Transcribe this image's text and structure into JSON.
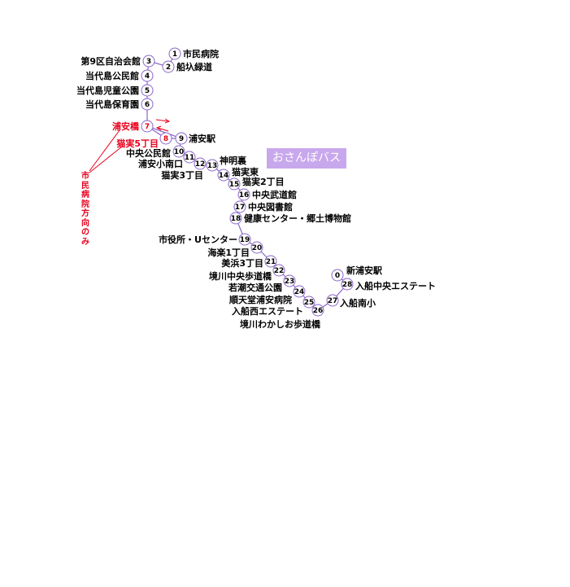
{
  "badge": "おさんぽバス",
  "note": "市民病院方向のみ",
  "colors": {
    "route": "#8a66c9",
    "red": "#e8001c",
    "badge": "#c8a8ec",
    "stop_border": "#8a66c9"
  },
  "stops": [
    {
      "num": "0",
      "name": "新浦安駅"
    },
    {
      "num": "1",
      "name": "市民病院"
    },
    {
      "num": "2",
      "name": "船圦緑道"
    },
    {
      "num": "3",
      "name": "第9区自治会館"
    },
    {
      "num": "4",
      "name": "当代島公民館"
    },
    {
      "num": "5",
      "name": "当代島児童公園"
    },
    {
      "num": "6",
      "name": "当代島保育園"
    },
    {
      "num": "7",
      "name": "浦安橋",
      "red": true
    },
    {
      "num": "8",
      "name": "猫実5丁目",
      "red": true
    },
    {
      "num": "9",
      "name": "浦安駅"
    },
    {
      "num": "10",
      "name": "中央公民館"
    },
    {
      "num": "11",
      "name": "浦安小南口"
    },
    {
      "num": "12",
      "name": "猫実3丁目"
    },
    {
      "num": "13",
      "name": "神明裏"
    },
    {
      "num": "14",
      "name": "猫実東"
    },
    {
      "num": "15",
      "name": "猫実2丁目"
    },
    {
      "num": "16",
      "name": "中央武道館"
    },
    {
      "num": "17",
      "name": "中央図書館"
    },
    {
      "num": "18",
      "name": "健康センター・郷土博物館"
    },
    {
      "num": "19",
      "name": "市役所・Uセンター"
    },
    {
      "num": "20",
      "name": "海楽1丁目"
    },
    {
      "num": "21",
      "name": "美浜3丁目"
    },
    {
      "num": "22",
      "name": "境川中央歩道橋"
    },
    {
      "num": "23",
      "name": "若潮交通公園"
    },
    {
      "num": "24",
      "name": "順天堂浦安病院"
    },
    {
      "num": "25",
      "name": "入船西エステート"
    },
    {
      "num": "26",
      "name": "境川わかしお歩道橋"
    },
    {
      "num": "27",
      "name": "入船南小"
    },
    {
      "num": "28",
      "name": "入船中央エステート"
    }
  ]
}
